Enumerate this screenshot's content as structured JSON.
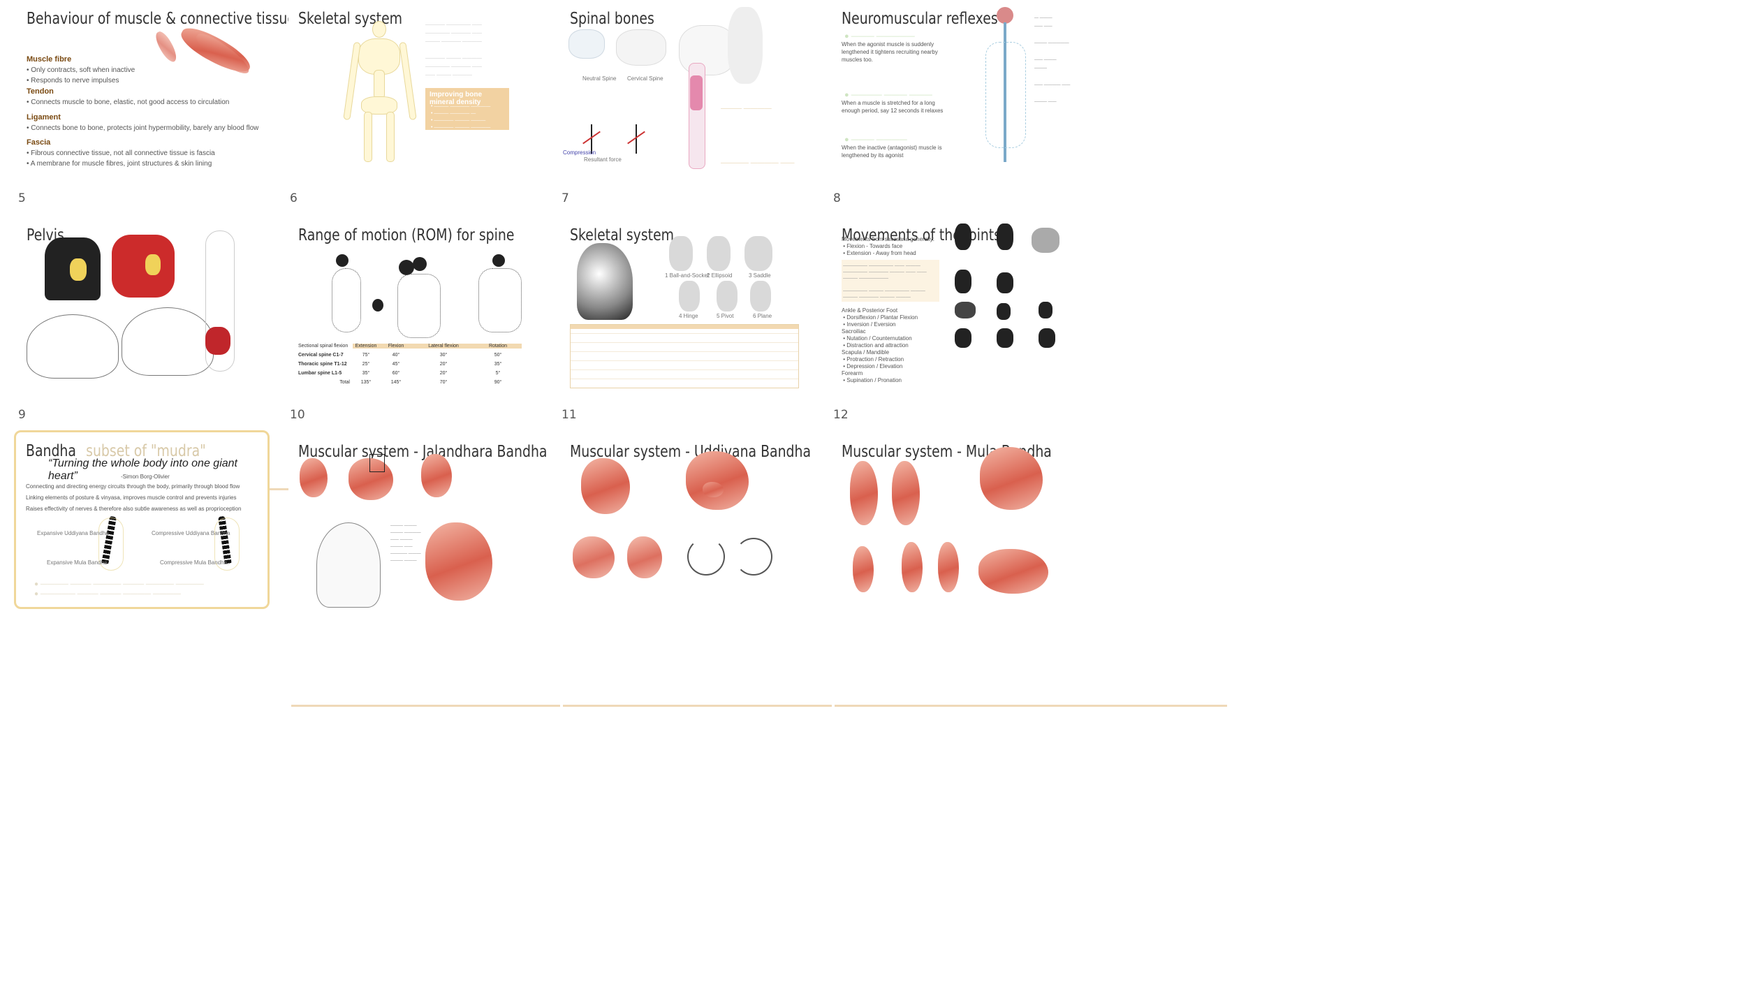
{
  "slides": [
    {
      "index": 1,
      "title": "Behaviour of muscle & connective tissues",
      "sections": [
        {
          "heading": "Muscle fibre",
          "bullets": [
            "Only contracts, soft when inactive",
            "Responds to nerve impulses"
          ]
        },
        {
          "heading": "Tendon",
          "bullets": [
            "Connects muscle to bone, elastic, not good access to circulation"
          ]
        },
        {
          "heading": "Ligament",
          "bullets": [
            "Connects bone to bone, protects joint hypermobility, barely any blood flow"
          ]
        },
        {
          "heading": "Fascia",
          "bullets": [
            "Fibrous connective tissue, not all connective tissue is fascia",
            "A membrane for muscle fibres, joint structures & skin lining"
          ]
        }
      ]
    },
    {
      "index": 2,
      "title": "Skeletal system",
      "callout_title": "Improving bone mineral density"
    },
    {
      "index": 3,
      "title": "Spinal bones",
      "labels": [
        "Neutral Spine",
        "Cervical Spine",
        "Resultant force",
        "Compression"
      ]
    },
    {
      "index": 4,
      "title": "Neuromuscular reflexes",
      "paragraphs": [
        "When the agonist muscle is suddenly lengthened it tightens recruiting nearby muscles too.",
        "When a muscle is stretched for a long enough period, say 12 seconds it relaxes",
        "When the inactive (antagonist) muscle is lengthened by its agonist"
      ]
    },
    {
      "index": 5,
      "number": "5",
      "title": "Pelvis"
    },
    {
      "index": 6,
      "number": "6",
      "title": "Range of motion (ROM) for spine",
      "rom": {
        "headers": [
          "Sectional spinal flexion",
          "Extension",
          "Flexion",
          "Lateral flexion",
          "Rotation"
        ],
        "rows": [
          [
            "Cervical spine C1-7",
            "75°",
            "40°",
            "30°",
            "50°"
          ],
          [
            "Thoracic spine T1-12",
            "25°",
            "45°",
            "20°",
            "35°"
          ],
          [
            "Lumbar spine L1-5",
            "35°",
            "60°",
            "20°",
            "5°"
          ],
          [
            "Total",
            "135°",
            "145°",
            "70°",
            "90°"
          ]
        ]
      }
    },
    {
      "index": 7,
      "number": "7",
      "title": "Skeletal system",
      "joint_labels": [
        "1 Ball-and-Socket",
        "2 Ellipsoid",
        "3 Saddle",
        "4 Hinge",
        "5 Pivot",
        "6 Plane"
      ]
    },
    {
      "index": 8,
      "number": "8",
      "title": "Movements of the joints",
      "intro": "Movements from savasana generally:",
      "intro_items": [
        "Flexion - Towards face",
        "Extension - Away from head"
      ],
      "groups": [
        {
          "heading": "Ankle & Posterior Foot",
          "items": [
            "Dorsiflexion / Plantar Flexion",
            "Inversion / Eversion"
          ]
        },
        {
          "heading": "Sacroiliac",
          "items": [
            "Nutation / Counternutation",
            "Distraction and attraction"
          ]
        },
        {
          "heading": "Scapula / Mandible",
          "items": [
            "Protraction / Retraction",
            "Depression / Elevation"
          ]
        },
        {
          "heading": "Forearm",
          "items": [
            "Supination / Pronation"
          ]
        }
      ]
    },
    {
      "index": 9,
      "number": "9",
      "title": "Bandha",
      "subtitle": "subset of \"mudra\"",
      "quote": "“Turning the whole body into one giant heart”",
      "author": "-Simon Borg-Olivier",
      "lines": [
        "Connecting and directing energy circuits through the body, primarily through blood flow",
        "Linking elements of posture & vinyasa, improves muscle control and prevents injuries",
        "Raises effectivity of nerves & therefore also subtle awareness as well as proprioception"
      ],
      "figure_labels": [
        "Expansive Uddiyana Bandha",
        "Compressive Uddiyana Bandha",
        "Expansive Mula Bandha",
        "Compressive Mula Bandha"
      ]
    },
    {
      "index": 10,
      "number": "10",
      "title": "Muscular system - Jalandhara Bandha"
    },
    {
      "index": 11,
      "number": "11",
      "title": "Muscular system - Uddiyana Bandha"
    },
    {
      "index": 12,
      "number": "12",
      "title": "Muscular system - Mula Bandha"
    }
  ]
}
